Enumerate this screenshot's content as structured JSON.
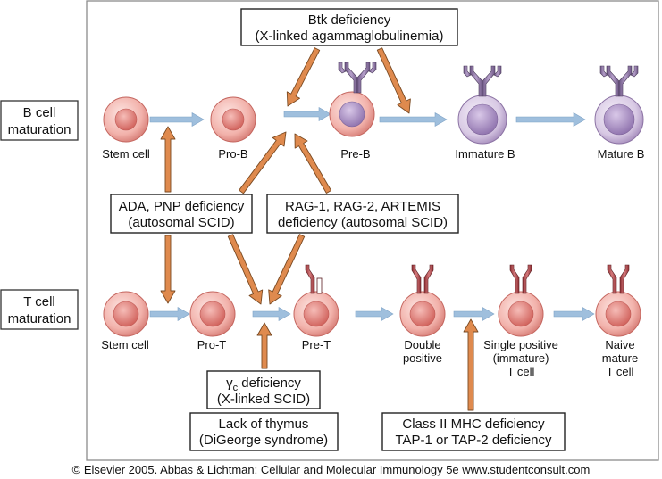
{
  "row_labels": {
    "b": [
      "B cell",
      "maturation"
    ],
    "t": [
      "T cell",
      "maturation"
    ]
  },
  "b_cells": [
    "Stem cell",
    "Pro-B",
    "Pre-B",
    "Immature B",
    "Mature B"
  ],
  "t_cells": [
    [
      "Stem cell"
    ],
    [
      "Pro-T"
    ],
    [
      "Pre-T"
    ],
    [
      "Double",
      "positive"
    ],
    [
      "Single positive",
      "(immature)",
      "T cell"
    ],
    [
      "Naive",
      "mature",
      "T cell"
    ]
  ],
  "boxes": {
    "btk": [
      "Btk deficiency",
      "(X-linked agammaglobulinemia)"
    ],
    "ada": [
      "ADA, PNP deficiency",
      "(autosomal SCID)"
    ],
    "rag": [
      "RAG-1, RAG-2, ARTEMIS",
      "deficiency (autosomal SCID)"
    ],
    "gamma_c": {
      "symbol": "γ",
      "subscript": "c",
      "text": " deficiency",
      "line2": "(X-linked SCID)"
    },
    "thymus": [
      "Lack of thymus",
      "(DiGeorge syndrome)"
    ],
    "mhc": [
      "Class II MHC deficiency",
      "TAP-1 or TAP-2 deficiency"
    ]
  },
  "footer": "© Elsevier 2005. Abbas & Lichtman: Cellular and Molecular Immunology 5e www.studentconsult.com",
  "colors": {
    "panel_border": "#8c8c8c",
    "flow_arrow": "#9fbfdd",
    "block_arrow": "#df8a4e",
    "block_arrow_stroke": "#7a4a22",
    "pink_cell": "#f2b6b0",
    "pink_nucleus": "#dc7a74",
    "purple_cell": "#d8c6e2",
    "purple_nucleus": "#a98bc0",
    "receptor_b": "#8a6fa0",
    "receptor_t": "#b9484c"
  }
}
